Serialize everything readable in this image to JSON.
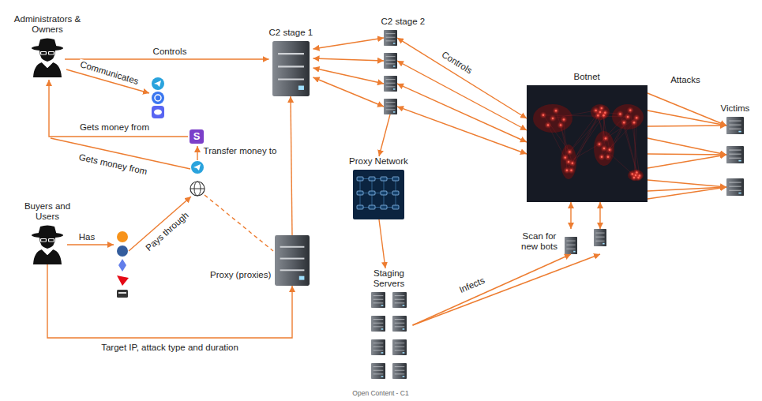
{
  "diagram": {
    "nodes": [
      {
        "text": [
          "Administrators & Owners"
        ]
      },
      {
        "text": [
          "C2 stage 1"
        ]
      },
      {
        "text": [
          "C2 stage 2"
        ]
      },
      {
        "text": [
          "Botnet"
        ]
      },
      {
        "text": [
          "Victims"
        ]
      },
      {
        "text": [
          "Proxy Network"
        ]
      },
      {
        "text": [
          "Staging Servers"
        ]
      },
      {
        "text": [
          "Scan for new bots"
        ]
      },
      {
        "text": [
          "Buyers and Users"
        ]
      },
      {
        "text": [
          "Proxy (proxies)"
        ]
      }
    ],
    "edges": [
      {
        "from": 0,
        "to": 1,
        "label": "Controls",
        "arrow": "to"
      },
      {
        "from": 1,
        "to": 2,
        "arrow": "both"
      },
      {
        "from": 2,
        "to": 3,
        "label": "Controls",
        "arrow": "both"
      },
      {
        "from": 2,
        "to": 5,
        "arrow": "to"
      },
      {
        "from": 5,
        "to": 6,
        "arrow": "to"
      },
      {
        "from": 6,
        "to": 7,
        "label": "Infects",
        "arrow": "to"
      },
      {
        "from": 7,
        "to": 3,
        "arrow": "both"
      },
      {
        "from": 3,
        "to": 4,
        "label": "Attacks",
        "arrow": "to"
      },
      {
        "from": 8,
        "to": 9,
        "label": "Target IP, attack type and duration",
        "arrow": "to"
      },
      {
        "from": 9,
        "to": 1,
        "arrow": "to"
      }
    ],
    "labels": [
      "Communicates",
      "Gets money from",
      "Gets money from",
      "Transfer money to",
      "S",
      "Has",
      "Pays through",
      "Open Content - C1"
    ]
  }
}
